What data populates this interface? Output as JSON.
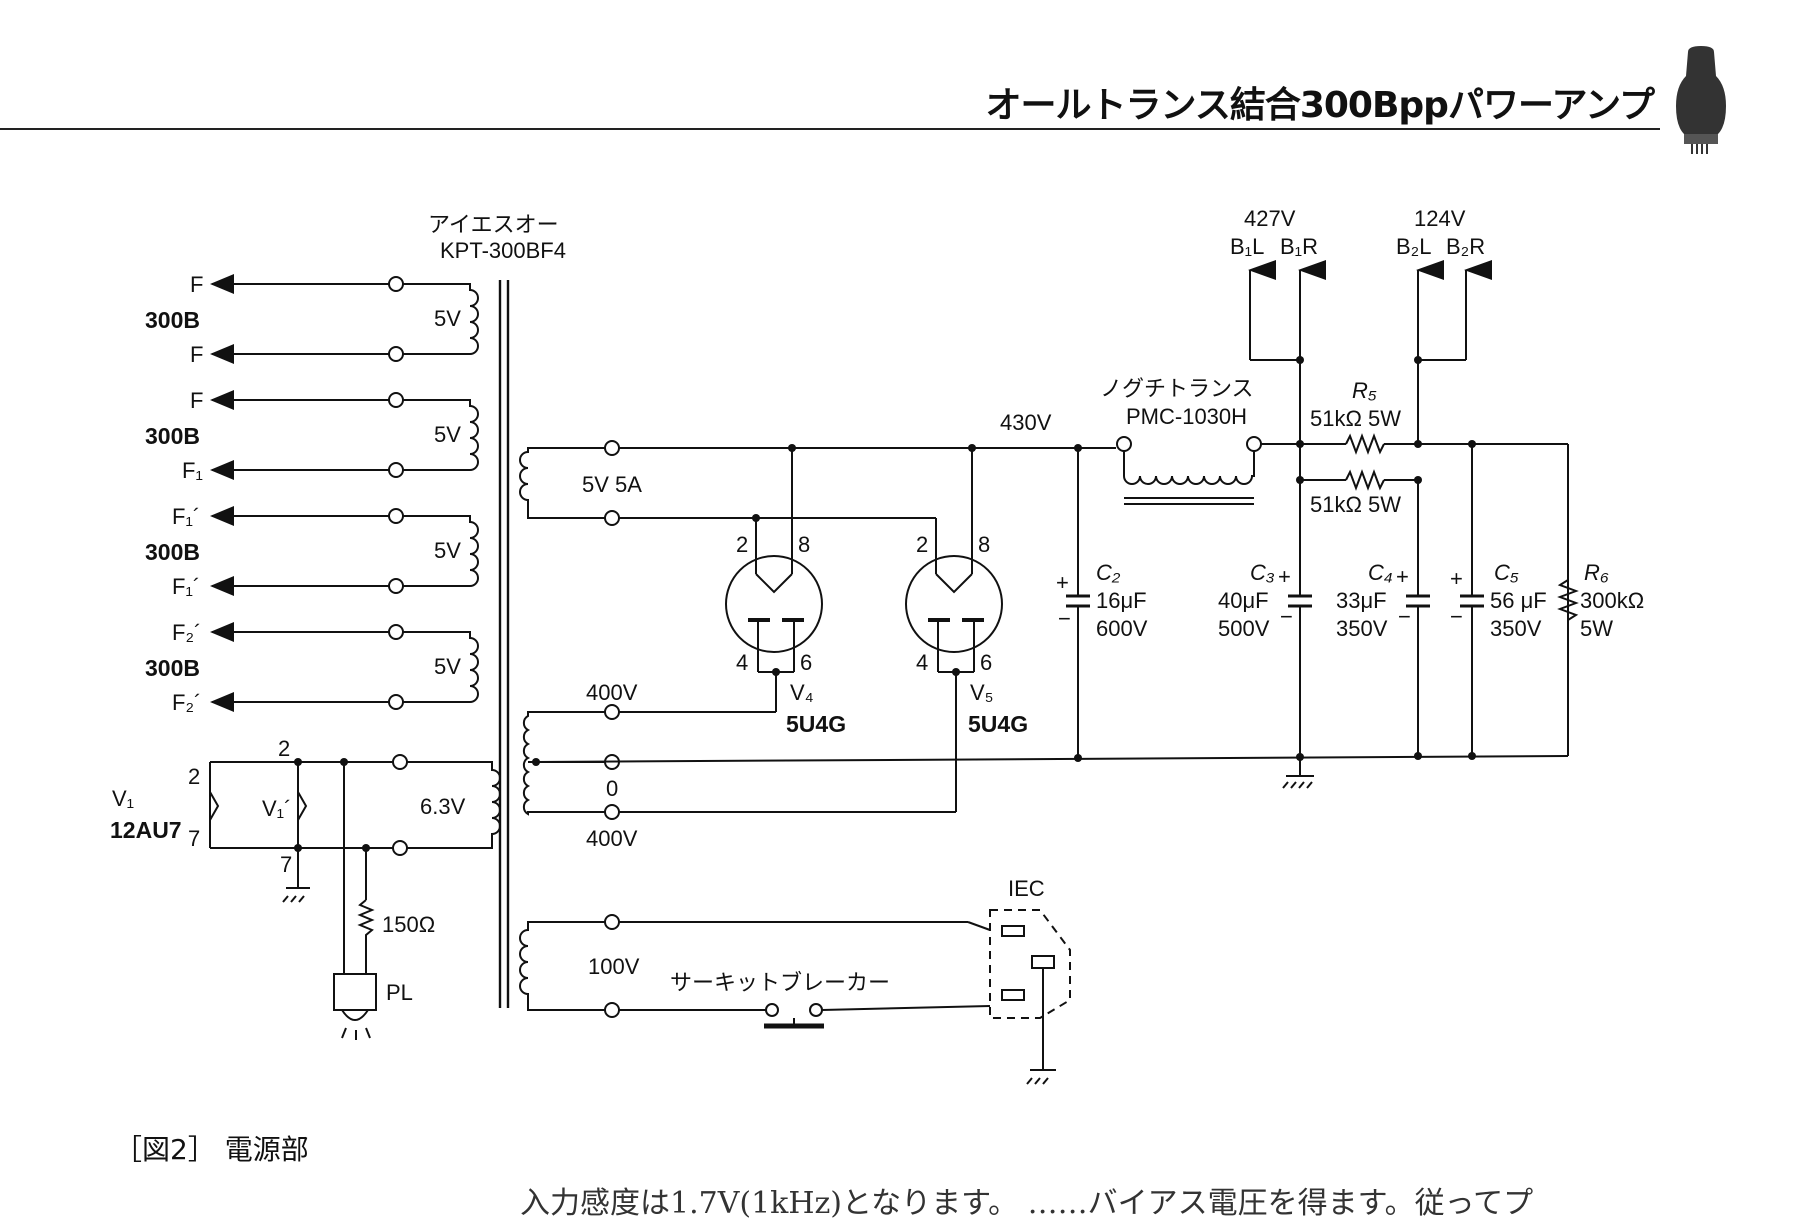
{
  "header": {
    "title": "オールトランス結合300Bppパワーアンプ"
  },
  "caption": "［図2］ 電源部",
  "body_text_fragment": "入力感度は1.7V(1kHz)となります。 ……バイアス電圧を得ます。従ってプ",
  "power_transformer": {
    "maker": "アイエスオー",
    "model": "KPT-300BF4"
  },
  "heater_windings": [
    {
      "tube": "300B",
      "voltage": "5V",
      "top": "F",
      "bottom": "F"
    },
    {
      "tube": "300B",
      "voltage": "5V",
      "top": "F",
      "bottom": "F₁"
    },
    {
      "tube": "300B",
      "voltage": "5V",
      "top": "F₁´",
      "bottom": "F₁´"
    },
    {
      "tube": "300B",
      "voltage": "5V",
      "top": "F₂´",
      "bottom": "F₂´"
    }
  ],
  "v1": {
    "ref": "V₁",
    "type": "12AU7",
    "ref2": "V₁´",
    "pin_top": "2",
    "pin_bottom": "7",
    "pin_top_outer": "2",
    "pin_bottom_outer": "7"
  },
  "heater_63": {
    "voltage": "6.3V"
  },
  "pilot": {
    "resistor": "150Ω",
    "lamp": "PL"
  },
  "rect_heater": {
    "voltage": "5V 5A"
  },
  "ht_winding": {
    "top": "400V",
    "center": "0",
    "bottom": "400V"
  },
  "mains_winding": {
    "voltage": "100V"
  },
  "breaker": {
    "label": "サーキットブレーカー"
  },
  "iec": {
    "label": "IEC"
  },
  "rectifiers": [
    {
      "ref": "V₄",
      "type": "5U4G",
      "pins": [
        "2",
        "8",
        "4",
        "6"
      ]
    },
    {
      "ref": "V₅",
      "type": "5U4G",
      "pins": [
        "2",
        "8",
        "4",
        "6"
      ]
    }
  ],
  "b_voltage": "430V",
  "choke": {
    "maker": "ノグチトランス",
    "model": "PMC-1030H"
  },
  "c2": {
    "ref": "C₂",
    "value": "16μF",
    "volt": "600V"
  },
  "c3": {
    "ref": "C₃",
    "value": "40μF",
    "volt": "500V"
  },
  "c4": {
    "ref": "C₄",
    "value": "33μF",
    "volt": "350V"
  },
  "c5": {
    "ref": "C₅",
    "value": "56 μF",
    "volt": "350V"
  },
  "r5": {
    "ref": "R₅",
    "value": "51kΩ 5W"
  },
  "r5b": {
    "value": "51kΩ 5W"
  },
  "r6": {
    "ref": "R₆",
    "value": "300kΩ",
    "watt": "5W"
  },
  "out1": {
    "voltage": "427V",
    "left": "B₁L",
    "right": "B₁R"
  },
  "out2": {
    "voltage": "124V",
    "left": "B₂L",
    "right": "B₂R"
  },
  "polarity": {
    "plus": "+",
    "minus": "−"
  }
}
